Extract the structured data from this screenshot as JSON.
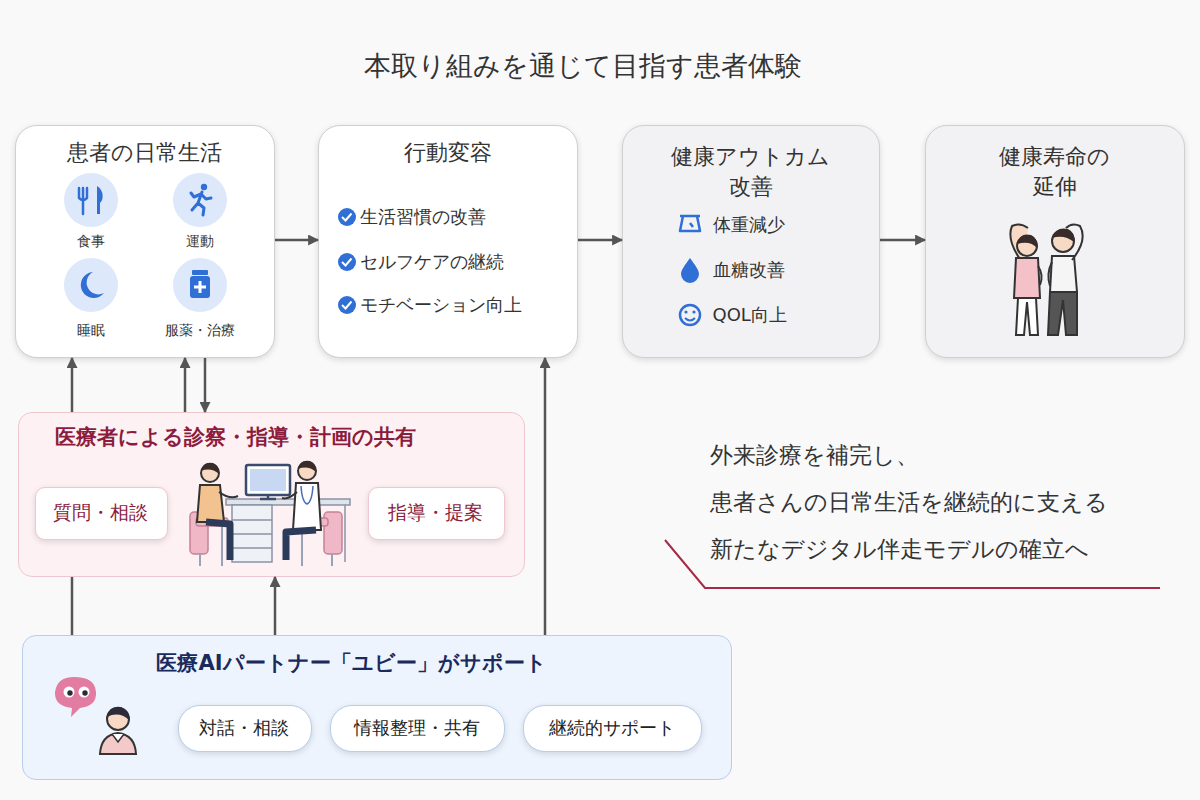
{
  "diagram": {
    "title": "本取り組みを通じて目指す患者体験",
    "nodes": [
      {
        "text": [
          "患者の日常生活",
          "食事",
          "運動",
          "睡眠",
          "服薬・治療"
        ]
      },
      {
        "text": [
          "行動変容",
          "生活習慣の改善",
          "セルフケアの継続",
          "モチベーション向上"
        ]
      },
      {
        "text": [
          "健康アウトカム 改善",
          "体重減少",
          "血糖改善",
          "QOL向上"
        ]
      },
      {
        "text": [
          "健康寿命の 延伸"
        ]
      },
      {
        "text": [
          "医療者による診察・指導・計画の共有"
        ]
      },
      {
        "text": [
          "質問・相談"
        ],
        "in": 4
      },
      {
        "text": [
          "指導・提案"
        ],
        "in": 4
      },
      {
        "text": [
          "医療AIパートナー「ユビー」がサポート"
        ]
      },
      {
        "text": [
          "対話・相談"
        ],
        "in": 7
      },
      {
        "text": [
          "情報整理・共有"
        ],
        "in": 7
      },
      {
        "text": [
          "継続的サポート"
        ],
        "in": 7
      }
    ],
    "edges": [
      {
        "from": 0,
        "to": 1,
        "arrow": "to"
      },
      {
        "from": 1,
        "to": 2,
        "arrow": "to"
      },
      {
        "from": 2,
        "to": 3,
        "arrow": "to"
      },
      {
        "from": 4,
        "to": 0,
        "arrow": "to"
      },
      {
        "from": 4,
        "to": 0,
        "arrow": "to"
      },
      {
        "from": 0,
        "to": 4,
        "arrow": "to"
      },
      {
        "from": 7,
        "to": 4,
        "arrow": "none"
      },
      {
        "from": 7,
        "to": 4,
        "arrow": "to"
      },
      {
        "from": 7,
        "to": 1,
        "arrow": "to"
      }
    ],
    "labels": [
      "外来診療を補完し、 患者さんの日常生活を継続的に支える 新たなデジタル伴走モデルの確立へ"
    ]
  }
}
